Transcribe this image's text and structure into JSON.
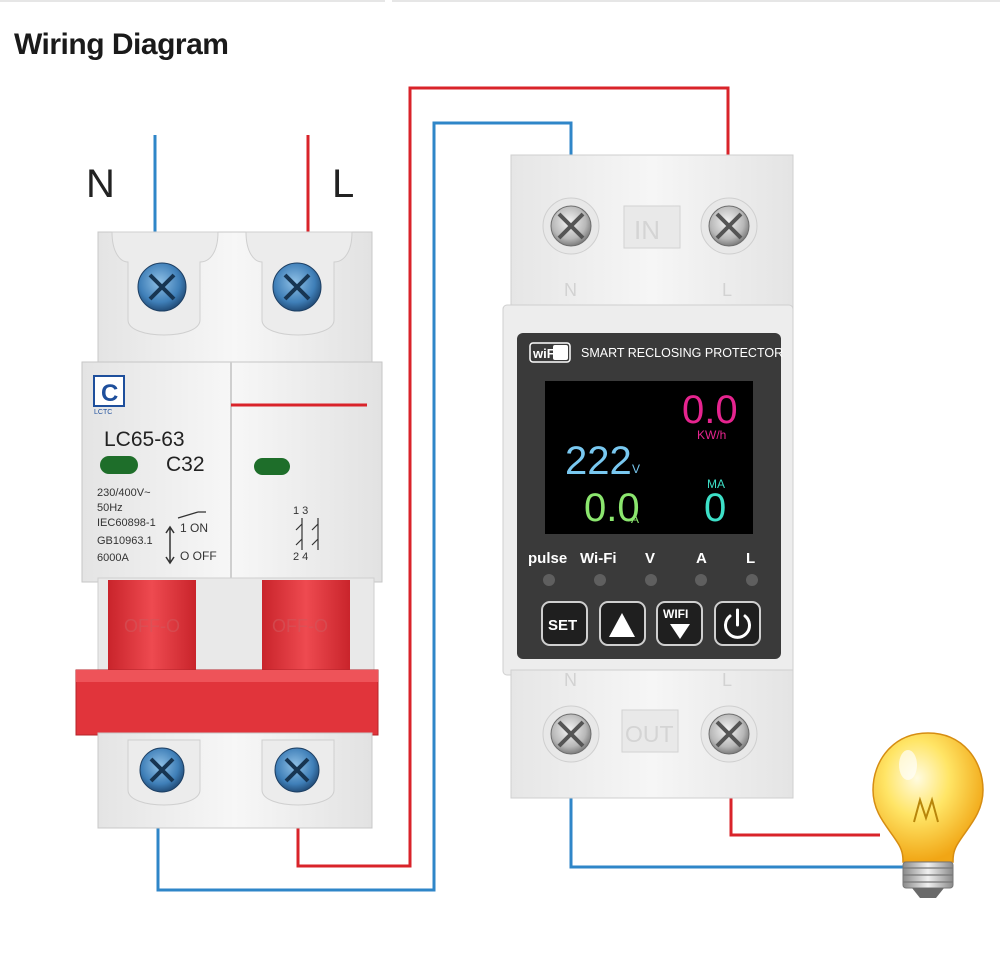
{
  "title": "Wiring Diagram",
  "supply": {
    "neutral_label": "N",
    "live_label": "L"
  },
  "breaker": {
    "logo_text": "LCTC",
    "model": "LC65-63",
    "rating": "C32",
    "spec_lines": [
      "230/400V~",
      "50Hz",
      "IEC60898-1",
      "GB10963.1",
      "6000A"
    ],
    "on_label": "1  ON",
    "off_label": "O  OFF",
    "handle_text_left": "OFF-O",
    "handle_text_right": "OFF-O",
    "pole_marks_top": "1  3",
    "pole_marks_bottom": "2  4"
  },
  "protector": {
    "in_label": "IN",
    "out_label": "OUT",
    "in_n": "N",
    "in_l": "L",
    "out_n": "N",
    "out_l": "L",
    "wifi_badge": "wiFi",
    "name": "SMART RECLOSING PROTECTOR",
    "display": {
      "energy_value": "0.0",
      "energy_unit": "KW/h",
      "voltage_value": "222",
      "voltage_unit": "V",
      "current_value": "0.0",
      "current_unit": "A",
      "leakage_unit": "MA",
      "leakage_value": "0"
    },
    "indicators": [
      "pulse",
      "Wi-Fi",
      "V",
      "A",
      "L"
    ],
    "buttons": {
      "set": "SET",
      "wifi": "WIFI"
    }
  },
  "colors": {
    "live_wire": "#d9232a",
    "neutral_wire": "#2f86c8",
    "breaker_handle": "#e2343c",
    "display_energy": "#e6248f",
    "display_voltage": "#79c8f0",
    "display_current": "#8be66e",
    "display_leakage": "#3de0c8"
  }
}
